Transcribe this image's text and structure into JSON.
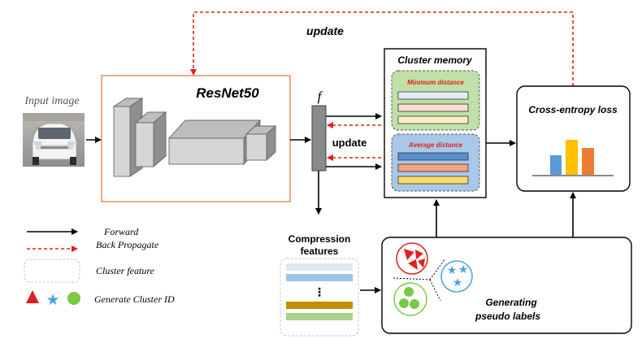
{
  "labels": {
    "input_image": "Input image",
    "backbone": "ResNet50",
    "feature_symbol": "f",
    "update_top": "update",
    "update_mid": "update",
    "cluster_memory": "Cluster memory",
    "min_distance": "Minimum distance",
    "avg_distance": "Average distance",
    "loss": "Cross-entropy loss",
    "compression_line1": "Compression",
    "compression_line2": "features",
    "ellipsis": "⋮",
    "pseudo_line1": "Generating",
    "pseudo_line2": "pseudo labels"
  },
  "legend": {
    "forward": "Forward",
    "back_propagate": "Back Propagate",
    "cluster_feature": "Cluster feature",
    "generate_cluster_id": "Generate Cluster ID"
  },
  "colors": {
    "backbone_border": "#e8956a",
    "back_prop_arrow": "#e0201a",
    "min_panel": "#bfe0a8",
    "avg_panel": "#a9c7e8",
    "bar_blue": "#5b9bd5",
    "bar_yellow": "#ffc000",
    "bar_orange": "#ed7d31",
    "triangle": "#e02020",
    "star": "#4ba3d9",
    "circle": "#7ac943"
  }
}
